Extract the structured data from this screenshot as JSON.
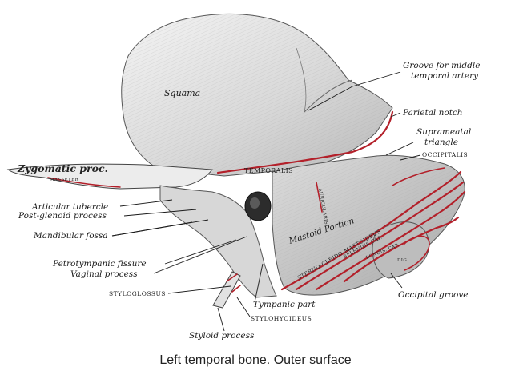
{
  "caption": "Left temporal bone. Outer surface",
  "labels": {
    "squama": "Squama",
    "zygomatic_proc": "Zygomatic proc.",
    "temporalis": "TEMPORALIS",
    "mastoid_portion": "Mastoid Portion",
    "groove_middle_temporal_artery_1": "Groove for middle",
    "groove_middle_temporal_artery_2": "temporal artery",
    "parietal_notch": "Parietal notch",
    "suprameatal_triangle_1": "Suprameatal",
    "suprameatal_triangle_2": "triangle",
    "occipitalis": "OCCIPITALIS",
    "articular_tubercle": "Articular tubercle",
    "post_glenoid_process": "Post-glenoid process",
    "mandibular_fossa": "Mandibular fossa",
    "petrotympanic_fissure": "Petrotympanic fissure",
    "vaginal_process": "Vaginal process",
    "styloglossus": "STYLOGLOSSUS",
    "tympanic_part": "Tympanic part",
    "stylohyoideus": "STYLOHYOIDEUS",
    "styloid_process": "Styloid process",
    "occipital_groove": "Occipital groove",
    "sterno_cleido_mastoideus": "STERNO-CLEIDO-MASTOIDEUS",
    "splenius_cap": "SPLENIUS CAP.",
    "longis_cap": "LONGIS. CAP.",
    "auricularis": "AURICULARIS",
    "masseter": "MASSETER",
    "digastric": "DIG."
  },
  "colors": {
    "muscle_attachment": "#b3202a",
    "bone": "#e9e9e9",
    "ink": "#1a1a1a"
  }
}
